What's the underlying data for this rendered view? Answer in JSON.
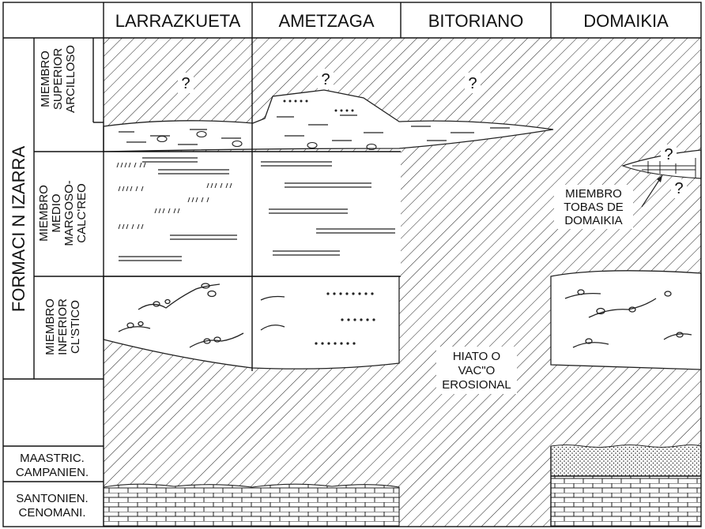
{
  "columns": [
    "LARRAZKUETA",
    "AMETZAGA",
    "BITORIANO",
    "DOMAIKIA"
  ],
  "formation": "FORMACI N IZARRA",
  "members": {
    "superior": [
      "MIEMBRO",
      "SUPERIOR",
      "ARCILLOSO"
    ],
    "medio": [
      "MIEMBRO",
      "MEDIO",
      "MARGOSO-",
      "CALC'REO"
    ],
    "inferior": [
      "MIEMBRO",
      "INFERIOR",
      "CL'STICO"
    ]
  },
  "stages": {
    "maastric": [
      "MAASTRIC.",
      "CAMPANIEN."
    ],
    "santon": [
      "SANTONIEN.",
      "CENOMANI."
    ]
  },
  "annotations": {
    "hiato": [
      "HIATO O",
      "VAC\"O",
      "EROSIONAL"
    ],
    "tobas": [
      "MIEMBRO",
      "TOBAS DE",
      "DOMAIKIA"
    ],
    "question_mark": "?"
  }
}
